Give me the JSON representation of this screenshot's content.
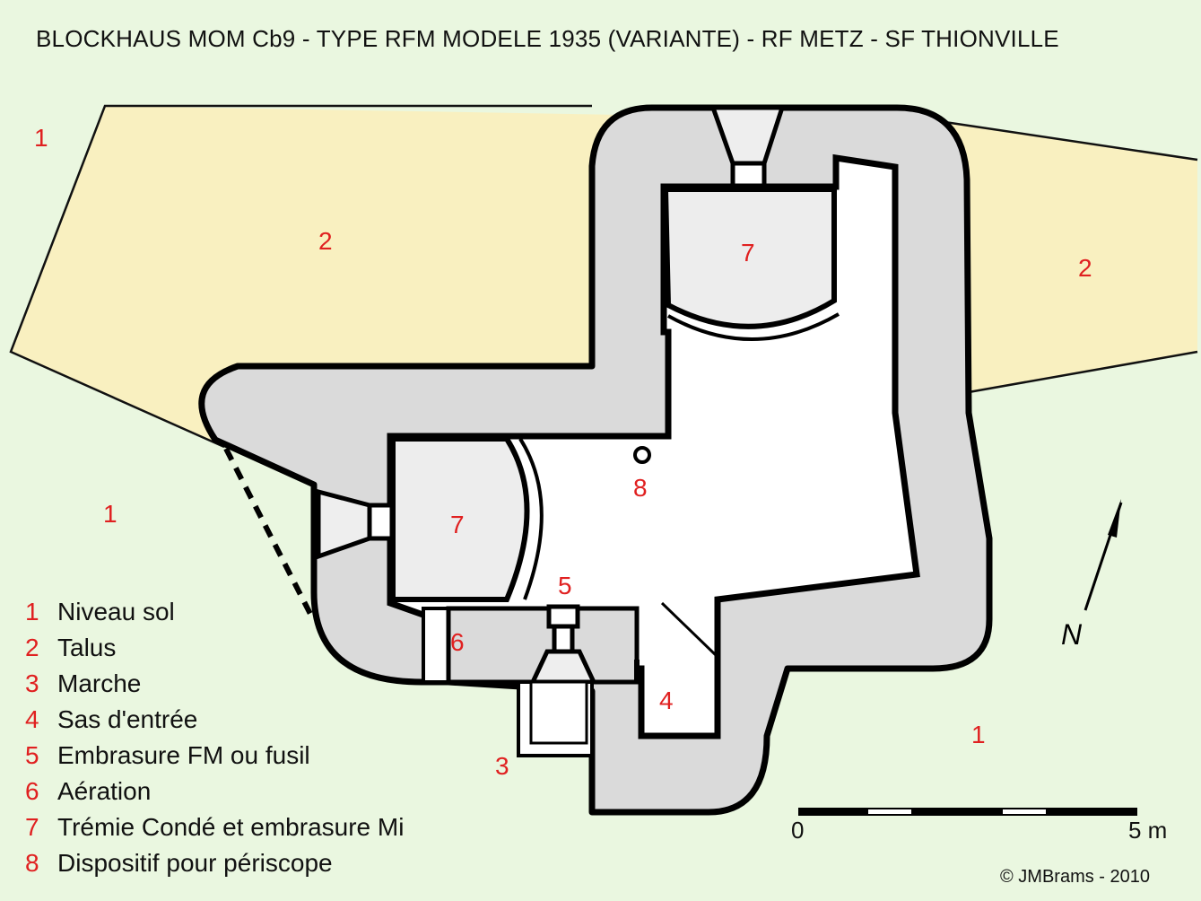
{
  "title": "BLOCKHAUS MOM  Cb9  - TYPE RFM MODELE 1935 (VARIANTE) - RF METZ - SF THIONVILLE",
  "colors": {
    "background": "#eaf7e0",
    "talus": "#f9f0c0",
    "concrete": "#dadada",
    "interior_shade": "#ededed",
    "wall_outline": "#000000",
    "label_red": "#e02020"
  },
  "plan_labels": {
    "ground_nw": "1",
    "ground_w": "1",
    "ground_se": "1",
    "talus_w": "2",
    "talus_e": "2",
    "step": "3",
    "entrance": "4",
    "embrasure": "5",
    "ventilation": "6",
    "tremie_north": "7",
    "tremie_west": "7",
    "periscope": "8"
  },
  "legend": [
    {
      "num": "1",
      "text": "Niveau sol"
    },
    {
      "num": "2",
      "text": "Talus"
    },
    {
      "num": "3",
      "text": "Marche"
    },
    {
      "num": "4",
      "text": "Sas d'entrée"
    },
    {
      "num": "5",
      "text": "Embrasure FM ou fusil"
    },
    {
      "num": "6",
      "text": "Aération"
    },
    {
      "num": "7",
      "text": "Trémie Condé et embrasure Mi"
    },
    {
      "num": "8",
      "text": "Dispositif pour périscope"
    }
  ],
  "scale": {
    "start": "0",
    "end": "5 m"
  },
  "north": "N",
  "copyright": "©  JMBrams - 2010"
}
